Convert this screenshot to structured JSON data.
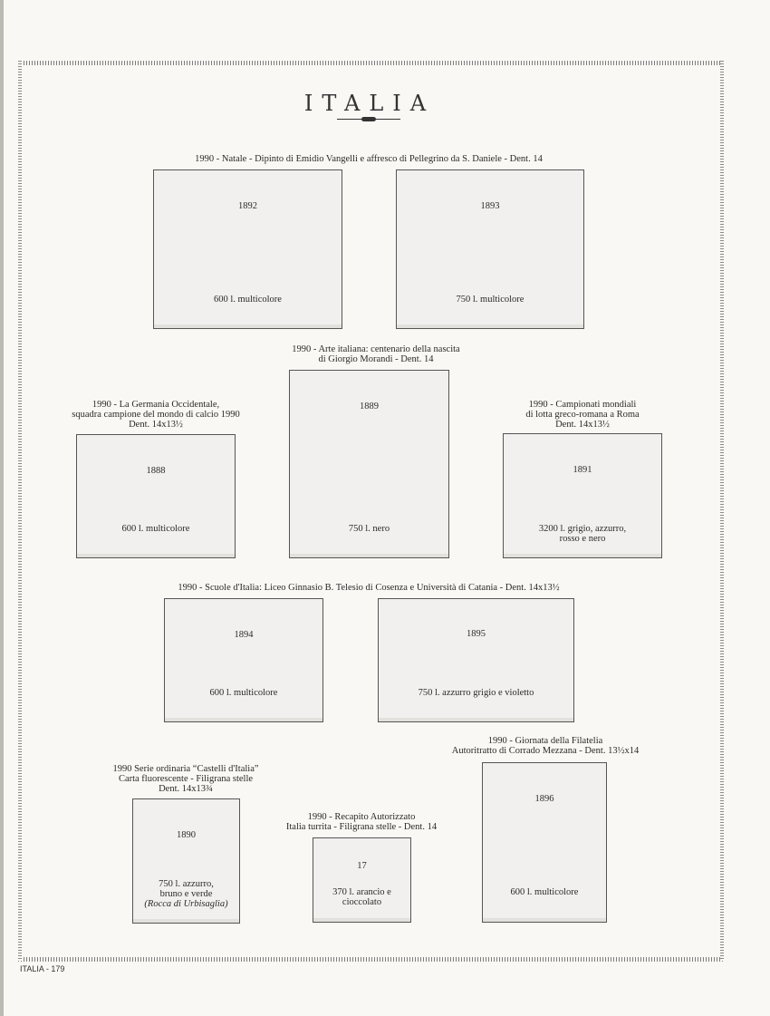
{
  "header": {
    "title": "ITALIA"
  },
  "footer": {
    "page_label": "ITALIA - 179"
  },
  "sections": [
    {
      "caption": [
        "1990 - Natale - Dipinto di Emidio Vangelli e affresco di Pellegrino da S. Daniele - Dent. 14"
      ],
      "stamps": [
        {
          "number": "1892",
          "value": [
            "600 l. multicolore"
          ]
        },
        {
          "number": "1893",
          "value": [
            "750 l. multicolore"
          ]
        }
      ]
    },
    {
      "caption": [
        "1990 - Arte italiana: centenario della nascita",
        "di Giorgio Morandi - Dent. 14"
      ],
      "stamps": [
        {
          "number": "1889",
          "value": [
            "750 l. nero"
          ]
        }
      ]
    },
    {
      "caption": [
        "1990 - La Germania Occidentale,",
        "squadra campione del mondo di calcio 1990",
        "Dent. 14x13½"
      ],
      "stamps": [
        {
          "number": "1888",
          "value": [
            "600 l. multicolore"
          ]
        }
      ]
    },
    {
      "caption": [
        "1990 - Campionati mondiali",
        "di lotta greco-romana a Roma",
        "Dent. 14x13½"
      ],
      "stamps": [
        {
          "number": "1891",
          "value": [
            "3200 l. grigio, azzurro,",
            "rosso e nero"
          ]
        }
      ]
    },
    {
      "caption": [
        "1990 - Scuole d'Italia: Liceo Ginnasio B. Telesio di Cosenza e Università di Catania - Dent. 14x13½"
      ],
      "stamps": [
        {
          "number": "1894",
          "value": [
            "600 l. multicolore"
          ]
        },
        {
          "number": "1895",
          "value": [
            "750 l. azzurro grigio e violetto"
          ]
        }
      ]
    },
    {
      "caption": [
        "1990 - Giornata della Filatelia",
        "Autoritratto di Corrado Mezzana - Dent. 13½x14"
      ],
      "stamps": [
        {
          "number": "1896",
          "value": [
            "600 l. multicolore"
          ]
        }
      ]
    },
    {
      "caption": [
        "1990 Serie ordinaria “Castelli d'Italia”",
        "Carta fluorescente - Filigrana stelle",
        "Dent. 14x13¾"
      ],
      "stamps": [
        {
          "number": "1890",
          "value": [
            "750 l. azzurro,",
            "bruno e verde",
            "(Rocca di Urbisaglia)"
          ]
        }
      ]
    },
    {
      "caption": [
        "1990 - Recapito Autorizzato",
        "Italia turrita - Filigrana stelle - Dent. 14"
      ],
      "stamps": [
        {
          "number": "17",
          "value": [
            "370 l. arancio e",
            "cioccolato"
          ]
        }
      ]
    }
  ]
}
